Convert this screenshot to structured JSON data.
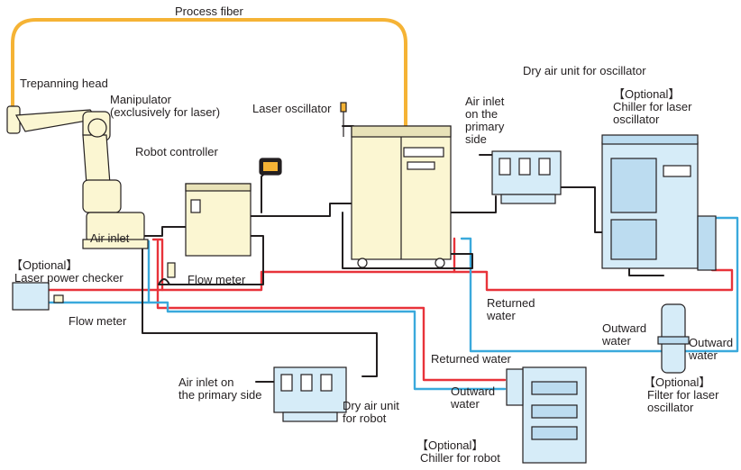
{
  "colors": {
    "process_fiber": "#f5b335",
    "returned_water": "#e8333a",
    "outward_water": "#3aa9dc",
    "cable": "#231f20",
    "equipment_yellow": "#fbf6d2",
    "equipment_blue": "#d6ecf8"
  },
  "labels": {
    "process_fiber": "Process fiber",
    "trepanning_head": "Trepanning head",
    "manipulator_1": "Manipulator",
    "manipulator_2": "(exclusively for laser)",
    "robot_controller": "Robot controller",
    "laser_oscillator": "Laser oscillator",
    "dry_air_osc": "Dry air unit for oscillator",
    "air_inlet_primary_1": "Air inlet",
    "air_inlet_primary_2": "on the",
    "air_inlet_primary_3": "primary",
    "air_inlet_primary_4": "side",
    "chiller_laser_1": "【Optional】",
    "chiller_laser_2": "Chiller for  laser",
    "chiller_laser_3": "oscillator",
    "air_inlet": "Air inlet",
    "laser_power_1": "【Optional】",
    "laser_power_2": "Laser power checker",
    "flow_meter_1": "Flow meter",
    "flow_meter_2": "Flow meter",
    "returned_water_1_a": "Returned",
    "returned_water_1_b": "water",
    "returned_water_2": "Returned water",
    "outward_water_1_a": "Outward",
    "outward_water_1_b": "water",
    "outward_water_2_a": "Outward",
    "outward_water_2_b": "water",
    "outward_water_3_a": "Outward",
    "outward_water_3_b": "water",
    "filter_1": "【Optional】",
    "filter_2": "Filter for laser",
    "filter_3": "oscillator",
    "air_inlet_robot_1": "Air inlet on",
    "air_inlet_robot_2": "the primary side",
    "dry_air_robot_1": "Dry air unit",
    "dry_air_robot_2": "for robot",
    "chiller_robot_1": "【Optional】",
    "chiller_robot_2": "Chiller for robot"
  }
}
